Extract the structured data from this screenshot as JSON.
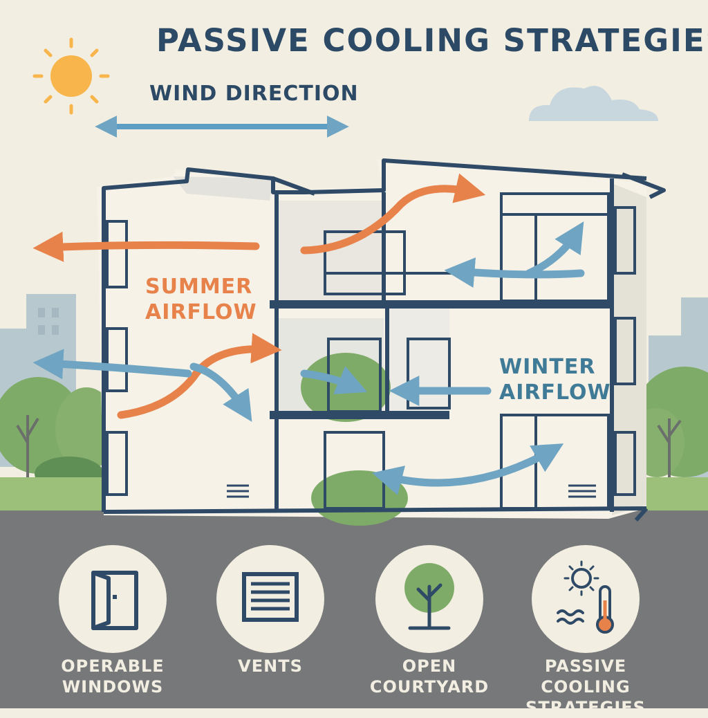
{
  "title": "PASSIVE COOLING STRATEGIES",
  "diagram": {
    "wind_direction_label": "WIND DIRECTION",
    "summer_airflow_label": "SUMMER\nAIRFLOW",
    "winter_airflow_label": "WINTER\nAIRFLOW"
  },
  "colors": {
    "background": "#f3eee2",
    "ground": "#76787a",
    "title": "#2c4a66",
    "building_outline": "#2f4a66",
    "summer_arrow": "#e7824b",
    "winter_arrow": "#6fa5c2",
    "sun": "#f7b54c",
    "greenery": "#7fab68"
  },
  "legend": [
    {
      "label": "OPERABLE\nWINDOWS",
      "icon": "operable-window-icon"
    },
    {
      "label": "VENTS",
      "icon": "vent-icon"
    },
    {
      "label": "OPEN\nCOURTYARD",
      "icon": "tree-icon"
    },
    {
      "label": "PASSIVE COOLING\nSTRATEGIES",
      "icon": "sun-thermometer-icon"
    }
  ]
}
